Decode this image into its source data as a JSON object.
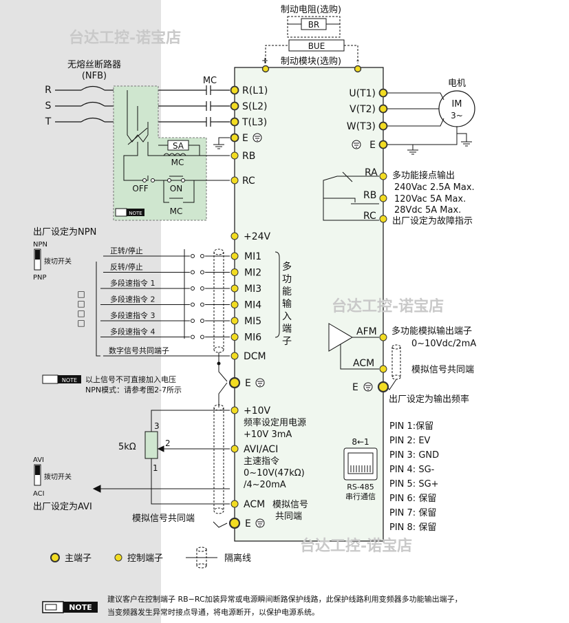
{
  "watermark": "台达工控-诺宝店",
  "brake": {
    "resistor_title": "制动电阻(选购)",
    "br": "BR",
    "bue": "BUE",
    "module_title": "制动模块(选购)",
    "plus": "+",
    "minus": "-"
  },
  "nfb": {
    "title": "无熔丝断路器",
    "sub": "(NFB)",
    "phases": [
      "R",
      "S",
      "T"
    ],
    "mc": "MC"
  },
  "protect": {
    "sa": "SA",
    "mc_coil": "MC",
    "off": "OFF",
    "on": "ON",
    "mc_contact": "MC",
    "note_icon": "NOTE"
  },
  "left_terminals": {
    "r": "R(L1)",
    "s": "S(L2)",
    "t": "T(L3)",
    "e": "E",
    "rb": "RB",
    "rc": "RC"
  },
  "motor": {
    "title": "电机",
    "im": "IM",
    "phase": "3~",
    "u": "U(T1)",
    "v": "V(T2)",
    "w": "W(T3)",
    "e": "E"
  },
  "relay": {
    "ra": "RA",
    "rb": "RB",
    "rc": "RC",
    "title": "多功能接点输出",
    "spec1": "240Vac 2.5A Max.",
    "spec2": "120Vac 5A Max.",
    "spec3": "28Vdc 5A Max.",
    "default": "出厂设定为故障指示"
  },
  "npn_switch": {
    "default": "出厂设定为NPN",
    "npn": "NPN",
    "switch_label": "拨切开关",
    "pnp": "PNP"
  },
  "digital_inputs": {
    "plus24": "+24V",
    "rows": [
      {
        "desc": "正转/停止",
        "terminal": "MI1"
      },
      {
        "desc": "反转/停止",
        "terminal": "MI2"
      },
      {
        "desc": "多段速指令 1",
        "terminal": "MI3"
      },
      {
        "desc": "多段速指令 2",
        "terminal": "MI4"
      },
      {
        "desc": "多段速指令 3",
        "terminal": "MI5"
      },
      {
        "desc": "多段速指令 4",
        "terminal": "MI6"
      }
    ],
    "side_label": "多功能输入端子",
    "dcm_desc": "数字信号共同端子",
    "dcm": "DCM",
    "bracket_boxes": "□□□□"
  },
  "note_mid": {
    "icon": "NOTE",
    "line1": "以上信号不可直接加入电压",
    "line2": "NPN模式：请参考图2-7所示"
  },
  "analog_in": {
    "plus10": "+10V",
    "plus10_desc1": "频率设定用电源",
    "plus10_desc2": "+10V 3mA",
    "avi_aci": "AVI/ACI",
    "avi_desc1": "主速指令",
    "avi_desc2": "0~10V(47kΩ)",
    "avi_desc3": "/4~20mA",
    "acm": "ACM",
    "acm_desc1": "模拟信号",
    "acm_desc2": "共同端",
    "e": "E",
    "pot": "5kΩ",
    "pin3": "3",
    "pin2": "2",
    "pin1": "1",
    "avi": "AVI",
    "switch_label": "拨切开关",
    "aci": "ACI",
    "default": "出厂设定为AVI",
    "common": "模拟信号共同端"
  },
  "analog_out": {
    "afm": "AFM",
    "acm": "ACM",
    "title": "多功能模拟输出端子",
    "range": "0~10Vdc/2mA",
    "common": "模拟信号共同端",
    "e": "E",
    "default": "出厂设定为输出频率"
  },
  "rs485": {
    "pin_arrow": "8←1",
    "label1": "RS-485",
    "label2": "串行通信",
    "pins": [
      "PIN 1:保留",
      "PIN 2: EV",
      "PIN 3: GND",
      "PIN 4: SG-",
      "PIN 5: SG+",
      "PIN 6: 保留",
      "PIN 7: 保留",
      "PIN 8: 保留"
    ]
  },
  "legend": {
    "main": "主端子",
    "control": "控制端子",
    "shield": "隔离线"
  },
  "bottom_note": {
    "icon": "NOTE",
    "line1": "建议客户在控制端子 RB−RC加装异常或电源瞬间断路保护线路，此保护线路利用变频器多功能输出端子，",
    "line2": "当变频器发生异常时接点导通，将电源断开，以保护电源系统。"
  },
  "colors": {
    "drive_body": "#f0f7ef",
    "protect_box": "#cfe6cf",
    "terminal_fill": "#f2dc22",
    "terminal_ring": "#3a3a3a",
    "left_bg": "#e3e3e3"
  }
}
